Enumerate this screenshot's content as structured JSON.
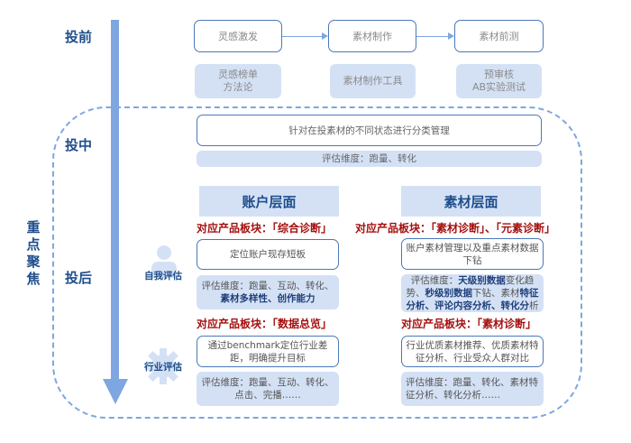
{
  "stages": {
    "before": "投前",
    "during": "投中",
    "after": "投后"
  },
  "focus_label": [
    "重",
    "点",
    "聚",
    "焦"
  ],
  "pre_launch": {
    "steps": [
      "灵感激发",
      "素材制作",
      "素材前测"
    ],
    "tools": [
      "灵感榜单\n方法论",
      "素材制作工具",
      "预审核\nAB实验测试"
    ]
  },
  "mid_launch": {
    "description": "针对在投素材的不同状态进行分类管理",
    "eval_dimensions": "评估维度：跑量、转化"
  },
  "post_launch": {
    "self_eval_label": "自我评估",
    "industry_eval_label": "行业评估",
    "account": {
      "heading": "账户层面",
      "self": {
        "module": "对应产品板块：「综合诊断」",
        "description": "定位账户现存短板",
        "eval_prefix": "评估维度：跑量、互动、转化、",
        "eval_bold": "素材多样性、创作能力"
      },
      "industry": {
        "module": "对应产品板块：「数据总览」",
        "description": "通过benchmark定位行业差距，明确提升目标",
        "eval": "评估维度：跑量、互动、转化、点击、完播……"
      }
    },
    "material": {
      "heading": "素材层面",
      "self": {
        "module": "对应产品板块：「素材诊断」、「元素诊断」",
        "description": "账户素材管理以及重点素材数据下钻",
        "eval_parts": [
          {
            "text": "评估维度：",
            "bold": false
          },
          {
            "text": "天级别数据",
            "bold": true
          },
          {
            "text": "变化趋势、",
            "bold": false
          },
          {
            "text": "秒级别数据",
            "bold": true
          },
          {
            "text": "下钻、素材",
            "bold": false
          },
          {
            "text": "特征分析、评论内容分析、转化分",
            "bold": true
          },
          {
            "text": "析",
            "bold": false
          }
        ]
      },
      "industry": {
        "module": "对应产品板块：「素材诊断」",
        "description": "行业优质素材推荐、优质素材特征分析、行业受众人群对比",
        "eval": "评估维度：跑量、转化、素材特征分析、转化分析……"
      }
    }
  },
  "colors": {
    "accent_blue": "#7ea6e0",
    "border_blue": "#4a78b8",
    "fill_blue": "#d4e1f5",
    "heading_blue": "#1f4e8c",
    "module_red": "#a50f0f"
  }
}
